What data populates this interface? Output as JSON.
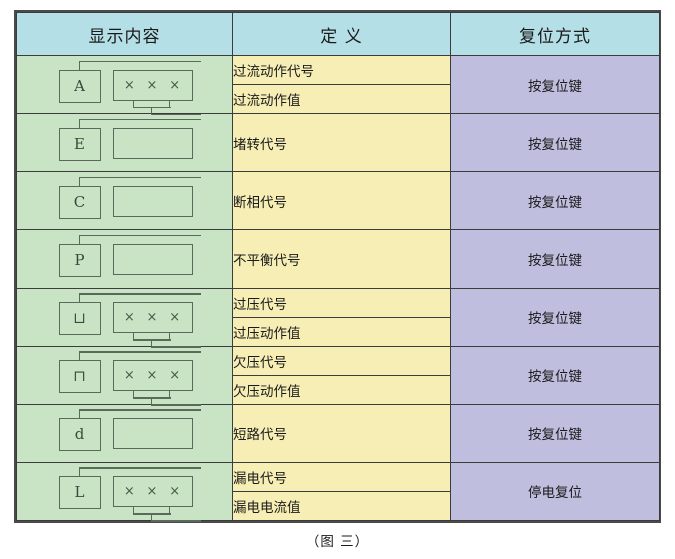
{
  "caption": "（图 三）",
  "colors": {
    "header_bg": "#b4dfe6",
    "display_col_bg": "#c9e4c5",
    "definition_col_bg": "#f6eeb4",
    "reset_col_bg": "#c0bedf",
    "border": "#3c3c3c",
    "icon_stroke": "#5a6a5a"
  },
  "table": {
    "headers": {
      "display": "显示内容",
      "definition": "定 义",
      "reset": "复位方式"
    },
    "rows": [
      {
        "icon": {
          "letter": "A",
          "value": "×××",
          "has_value": true
        },
        "definitions": [
          "过流动作代号",
          "过流动作值"
        ],
        "reset": "按复位键"
      },
      {
        "icon": {
          "letter": "E",
          "value": "",
          "has_value": false
        },
        "definitions": [
          "堵转代号"
        ],
        "reset": "按复位键"
      },
      {
        "icon": {
          "letter": "C",
          "value": "",
          "has_value": false
        },
        "definitions": [
          "断相代号"
        ],
        "reset": "按复位键"
      },
      {
        "icon": {
          "letter": "P",
          "value": "",
          "has_value": false
        },
        "definitions": [
          "不平衡代号"
        ],
        "reset": "按复位键"
      },
      {
        "icon": {
          "letter": "⊔",
          "value": "×××",
          "has_value": true
        },
        "definitions": [
          "过压代号",
          "过压动作值"
        ],
        "reset": "按复位键"
      },
      {
        "icon": {
          "letter": "⊓",
          "value": "×××",
          "has_value": true
        },
        "definitions": [
          "欠压代号",
          "欠压动作值"
        ],
        "reset": "按复位键"
      },
      {
        "icon": {
          "letter": "d",
          "value": "",
          "has_value": false
        },
        "definitions": [
          "短路代号"
        ],
        "reset": "按复位键"
      },
      {
        "icon": {
          "letter": "L",
          "value": "×××",
          "has_value": true
        },
        "definitions": [
          "漏电代号",
          "漏电电流值"
        ],
        "reset": "停电复位"
      }
    ]
  }
}
